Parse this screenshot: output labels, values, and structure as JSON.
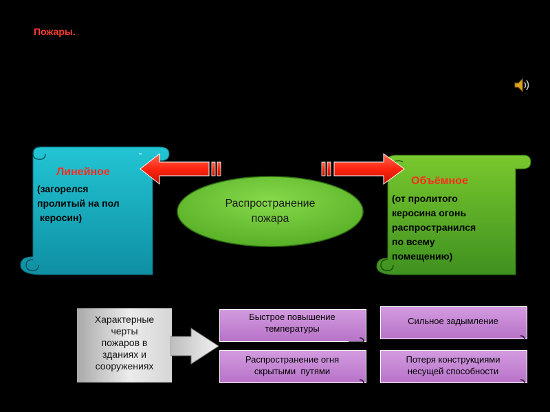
{
  "slide": {
    "title": "Пожары."
  },
  "diagram": {
    "center": {
      "line1": "Распространение",
      "line2": "пожара"
    },
    "left": {
      "title": "Линейное",
      "lines": [
        "(загорелся",
        "пролитый на пол",
        " керосин)"
      ]
    },
    "right": {
      "title": "Объёмное",
      "lines": [
        "(от пролитого",
        "керосина огонь",
        "распространился",
        "по всему",
        "помещению)"
      ]
    },
    "features": {
      "lines": [
        "Характерные",
        "черты",
        "пожаров в",
        "зданиях и",
        "сооружениях"
      ]
    },
    "cards": [
      {
        "line1": "Быстрое повышение",
        "line2": "температуры"
      },
      {
        "line1": "Сильное задымление",
        "line2": ""
      },
      {
        "line1": "Распространение огня",
        "line2": "скрытыми  путями"
      },
      {
        "line1": "Потеря конструкциями",
        "line2": "несущей способности"
      }
    ]
  },
  "colors": {
    "background": "#000000",
    "title": "#ff3b2f",
    "left_scroll": "#1fb8c8",
    "right_scroll": "#5fb82a",
    "ellipse": "#6fc63a",
    "arrow": "#ff2a12",
    "card": "#c98bd8"
  },
  "icons": {
    "speaker": "speaker-icon"
  }
}
